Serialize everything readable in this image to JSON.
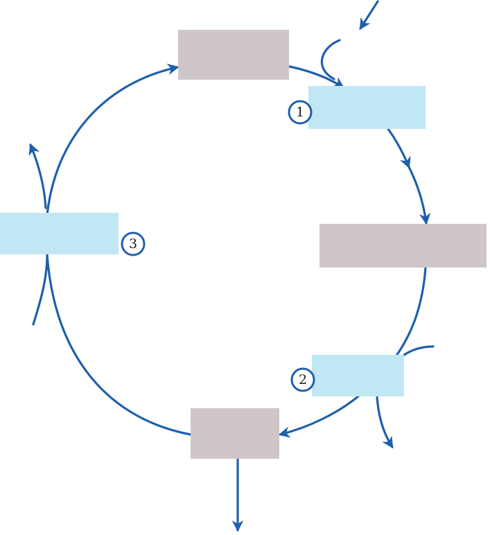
{
  "colors": {
    "arrow": "#1f5fad",
    "substrate_box": "#cec6c7",
    "enzyme_box": "#c0e7f3",
    "background": "#ffffff",
    "circle_outline": "#1f5fad"
  },
  "steps": [
    {
      "label": "1"
    },
    {
      "label": "2"
    },
    {
      "label": "3"
    }
  ],
  "boxes": {
    "substrate": [
      "",
      "",
      "",
      ""
    ],
    "enzyme": [
      "",
      "",
      ""
    ]
  }
}
